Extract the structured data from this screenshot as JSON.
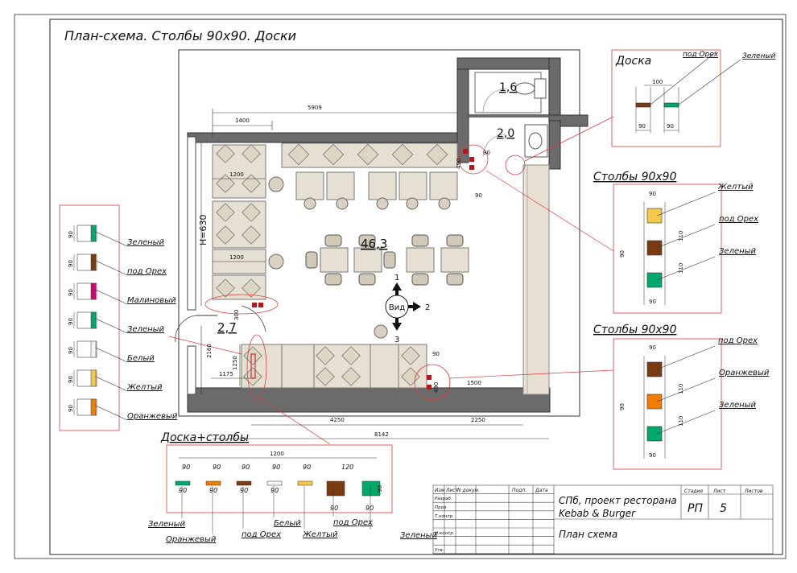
{
  "sheet": {
    "title": "План-схема. Столбы 90х90. Доски"
  },
  "plan": {
    "dims": {
      "top_total": "5909",
      "top_left": "1400",
      "bench1": "1200",
      "bench2": "1200",
      "height_label": "H=630",
      "bottom_a": "4250",
      "bottom_b": "2250",
      "bottom_total": "8142",
      "left_a": "2160",
      "left_b": "1250",
      "left_c": "1175",
      "small_90a": "90",
      "small_90b": "90",
      "small_90c": "90",
      "small_490a": "490",
      "small_490b": "490",
      "small_300": "300",
      "small_1500": "1500"
    },
    "areas": {
      "wc1": "1,6",
      "wc2": "2,0",
      "hall": "46,3",
      "entry": "2,7"
    },
    "view": {
      "label": "Вид",
      "n1": "1",
      "n2": "2",
      "n3": "3"
    }
  },
  "left_legend": {
    "items": [
      {
        "dim": "90",
        "label": "Зеленый",
        "color": "#00a86b"
      },
      {
        "dim": "90",
        "label": "под Орех",
        "color": "#7a3b10"
      },
      {
        "dim": "90",
        "label": "Малиновый",
        "color": "#d6006f"
      },
      {
        "dim": "90",
        "label": "Зеленый",
        "color": "#00a86b"
      },
      {
        "dim": "90",
        "label": "Белый",
        "color": "#f4f4f4"
      },
      {
        "dim": "90",
        "label": "Желтый",
        "color": "#f4c84a"
      },
      {
        "dim": "90",
        "label": "Оранжевый",
        "color": "#f07c00"
      }
    ]
  },
  "doska": {
    "title": "Доска",
    "label_a": "под Орех",
    "label_b": "Зеленый",
    "dim_100": "100",
    "dim_a": "90",
    "dim_b": "90",
    "color_a": "#7a3b10",
    "color_b": "#00a86b"
  },
  "stolby1": {
    "title": "Столбы 90х90",
    "labels": [
      "Желтый",
      "под Орех",
      "Зеленый"
    ],
    "colors": [
      "#f4c84a",
      "#7a3b10",
      "#00a86b"
    ],
    "dim_top": "90",
    "dim_side": "90",
    "dim_110a": "110",
    "dim_110b": "110",
    "dim_bottom": "90"
  },
  "stolby2": {
    "title": "Столбы 90х90",
    "labels": [
      "под Орех",
      "Оранжевый",
      "Зеленый"
    ],
    "colors": [
      "#7a3b10",
      "#f07c00",
      "#00a86b"
    ],
    "dim_top": "90",
    "dim_side": "90",
    "dim_110a": "110",
    "dim_110b": "110",
    "dim_bottom": "90"
  },
  "doska_stolby": {
    "title": "Доска+столбы",
    "dim_total": "1200",
    "dims_top": [
      "90",
      "90",
      "90",
      "90",
      "90",
      "120"
    ],
    "dims_bottom": [
      "90",
      "90",
      "90",
      "90",
      "90",
      "90"
    ],
    "dim_right": "90",
    "labels": [
      "Зеленый",
      "Оранжевый",
      "под Орех",
      "Белый",
      "Желтый",
      "под Орех",
      "Зеленый"
    ],
    "colors": [
      "#00a86b",
      "#f07c00",
      "#7a3b10",
      "#f4f4f4",
      "#f4c84a",
      "#7a3b10",
      "#00a86b"
    ]
  },
  "title_block": {
    "headers": [
      "Изм",
      "Лист",
      "N докум.",
      "Подп.",
      "Дата"
    ],
    "rows": [
      "Разраб.",
      "Пров.",
      "Т.контр.",
      "Н.контр.",
      "Утв."
    ],
    "project_line1": "СПб, проект ресторана",
    "project_line2": "Kebab & Burger",
    "sheet_name": "План схема",
    "stage_h": "Стадия",
    "sheet_h": "Лист",
    "sheets_h": "Листов",
    "stage": "РП",
    "sheet_no": "5"
  }
}
